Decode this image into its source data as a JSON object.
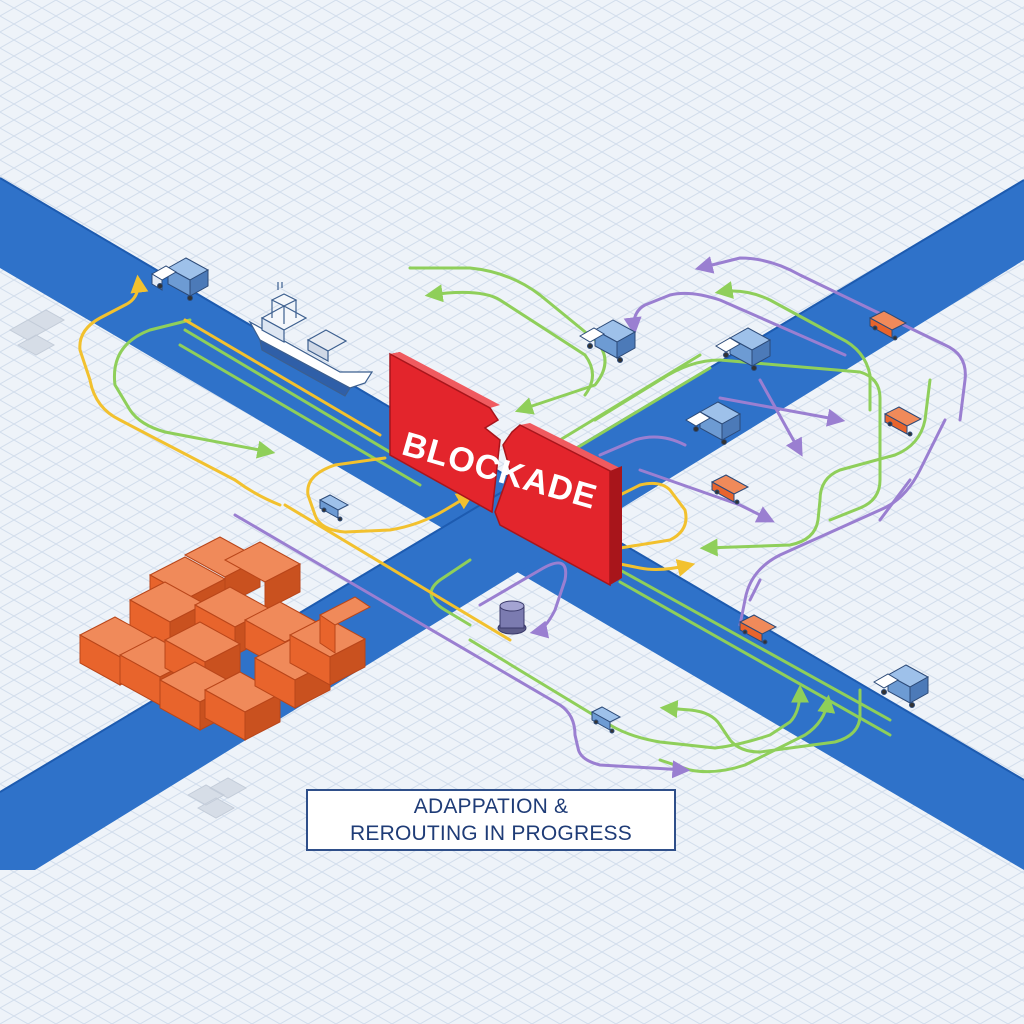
{
  "blockade": {
    "label": "BLOCKADE"
  },
  "status": {
    "line1": "ADAPPATION &",
    "line2": "REROUTING IN PROGRESS"
  },
  "colors": {
    "background": "#eef3f9",
    "grid": "#cfdbea",
    "road": "#2f72c9",
    "road_edge": "#1d5bb0",
    "blockade": "#e3252c",
    "blockade_dark": "#a8151b",
    "route_green": "#8fcf5a",
    "route_yellow": "#f2c12e",
    "route_purple": "#9a7fd1",
    "container": "#e8642c",
    "truck": "#6d9bd3"
  },
  "icons": [
    "cargo-ship-icon",
    "truck-icon",
    "container-stack-icon",
    "bollard-icon",
    "route-arrow-icon"
  ]
}
